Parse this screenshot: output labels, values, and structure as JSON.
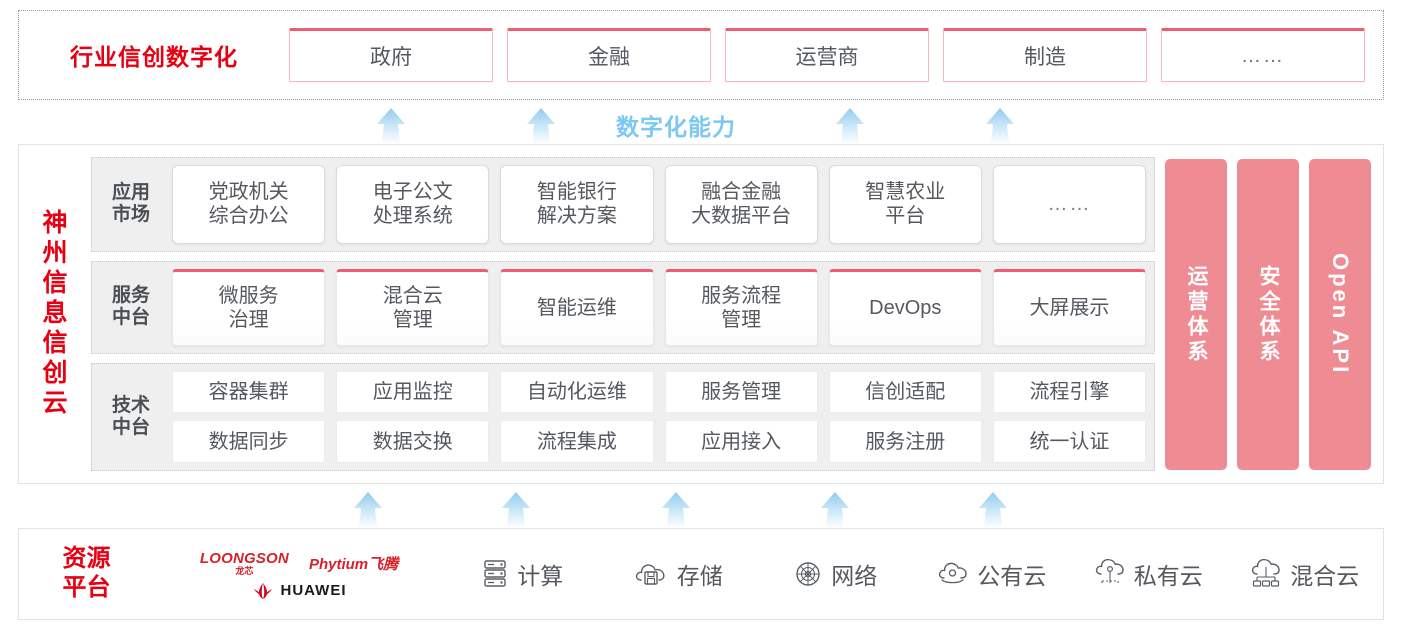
{
  "industry": {
    "title": "行业信创数字化",
    "cards": [
      {
        "label": "政府"
      },
      {
        "label": "金融"
      },
      {
        "label": "运营商"
      },
      {
        "label": "制造"
      },
      {
        "label": "……"
      }
    ]
  },
  "capability": {
    "label": "数字化能力",
    "color": "#7cc8f0",
    "arrow_count_top": 4,
    "arrow_count_bottom": 5
  },
  "cloud": {
    "title": "神州信息信创云",
    "layers": [
      {
        "label": "应用\n市场",
        "name": "application-market",
        "style": "rounded",
        "cells": [
          "党政机关\n综合办公",
          "电子公文\n处理系统",
          "智能银行\n解决方案",
          "融合金融\n大数据平台",
          "智慧农业\n平台",
          "……"
        ]
      },
      {
        "label": "服务\n中台",
        "name": "service-middle-platform",
        "style": "pink-top",
        "cells": [
          "微服务\n治理",
          "混合云\n管理",
          "智能运维",
          "服务流程\n管理",
          "DevOps",
          "大屏展示"
        ]
      },
      {
        "label": "技术\n中台",
        "name": "technology-middle-platform",
        "style": "flat-two-rows",
        "rows": [
          [
            "容器集群",
            "应用监控",
            "自动化运维",
            "服务管理",
            "信创适配",
            "流程引擎"
          ],
          [
            "数据同步",
            "数据交换",
            "流程集成",
            "应用接入",
            "服务注册",
            "统一认证"
          ]
        ]
      }
    ],
    "pillars": [
      {
        "label": "运营体系",
        "latin": false
      },
      {
        "label": "安全体系",
        "latin": false
      },
      {
        "label": "Open API",
        "latin": true
      }
    ],
    "pillar_color": "#ef8b93"
  },
  "resource": {
    "title": "资源\n平台",
    "vendors": [
      {
        "name": "LOONGSON",
        "sub": "龙芯"
      },
      {
        "name": "Phytium飞腾"
      },
      {
        "name": "HUAWEI"
      }
    ],
    "items": [
      {
        "label": "计算",
        "icon": "server-icon"
      },
      {
        "label": "存储",
        "icon": "cloud-storage-icon"
      },
      {
        "label": "网络",
        "icon": "network-mesh-icon"
      },
      {
        "label": "公有云",
        "icon": "public-cloud-icon"
      },
      {
        "label": "私有云",
        "icon": "private-cloud-icon"
      },
      {
        "label": "混合云",
        "icon": "hybrid-cloud-icon"
      }
    ]
  },
  "theme": {
    "brand_red": "#e60012",
    "accent_pink": "#ef5d73",
    "arrow_blue": "#a8d8f4",
    "panel_gray": "#efefef"
  }
}
